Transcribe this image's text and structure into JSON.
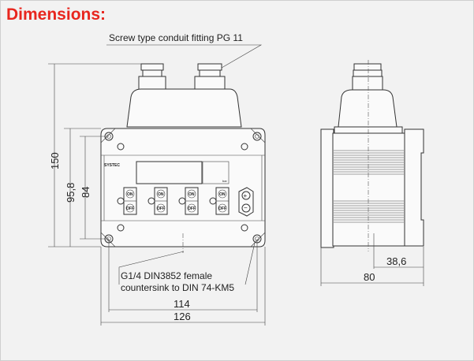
{
  "title": "Dimensions:",
  "callouts": {
    "conduit": "Screw type conduit fitting PG 11",
    "port_line1": "G1/4 DIN3852 female",
    "port_line2": "countersink to DIN 74-KM5"
  },
  "dimensions": {
    "height_total": "150",
    "height_flange": "95,8",
    "height_holes": "84",
    "width_holes": "114",
    "width_total": "126",
    "depth_offset": "38,6",
    "depth_total": "80"
  },
  "device": {
    "brand": "SYSTEC",
    "buttons": [
      {
        "on": "ON",
        "off": "OFF"
      },
      {
        "on": "ON",
        "off": "OFF"
      },
      {
        "on": "ON",
        "off": "OFF"
      },
      {
        "on": "ON",
        "off": "OFF"
      }
    ],
    "unit": "bar"
  },
  "colors": {
    "title": "#e8261e",
    "background": "#f2f2f2"
  }
}
